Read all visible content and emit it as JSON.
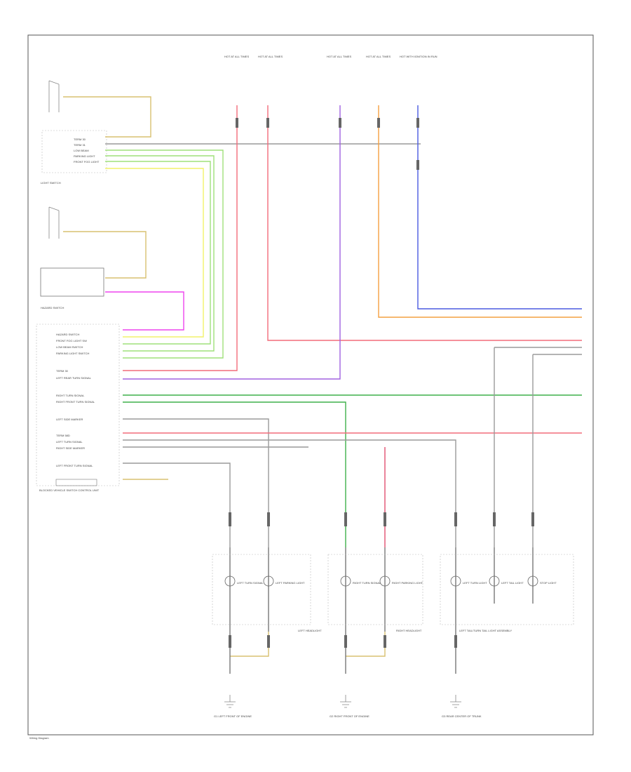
{
  "page_label": "Wiring Diagram",
  "colors": {
    "red": "#f26b7a",
    "pink": "#f7a6c8",
    "magenta": "#ee44ee",
    "green": "#3fb04a",
    "light_green": "#9fe07a",
    "yellow": "#f2f26a",
    "tan": "#d8c070",
    "orange": "#f4a040",
    "blue": "#4a5ae0",
    "purple": "#a060e0",
    "gray": "#9a9a9a",
    "black": "#333333"
  },
  "labels": {
    "left_switch": "LIGHT SWITCH",
    "hazard_switch": "HAZARD SWITCH",
    "module_group": "BLOCKED VEHICLE SWITCH CONTROL UNIT",
    "left_headlight": "LEFT HEADLIGHT",
    "right_headlight": "RIGHT HEADLIGHT",
    "tail_light_assembly": "LEFT TAIL/TURN TAIL LIGHT ASSEMBLY",
    "ground_left": "G1 LEFT FRONT OF ENGINE",
    "ground_mid": "G2 RIGHT FRONT OF ENGINE",
    "ground_right": "G3 REAR CENTER OF TRUNK",
    "fuse_1": "HOT AT ALL TIMES",
    "fuse_2": "HOT AT ALL TIMES",
    "fuse_3": "HOT AT ALL TIMES",
    "fuse_4": "HOT AT ALL TIMES",
    "fuse_5": "HOT WITH IGNITION IN RUN",
    "module_pins": [
      "HAZARD SWITCH",
      "FRONT FOG LIGHT SW",
      "LOW BEAM SWITCH",
      "PARKING LIGHT SWITCH",
      "TERM 30",
      "LEFT REAR TURN SIGNAL",
      "RIGHT TURN SIGNAL",
      "RIGHT FRONT TURN SIGNAL",
      "LEFT SIDE MARKER",
      "TERM 58D",
      "LEFT TURN SIGNAL",
      "RIGHT SIDE MARKER",
      "LEFT FRONT TURN SIGNAL"
    ],
    "switch_pins": [
      "TERM 30",
      "TERM 31",
      "LOW BEAM",
      "PARKING LIGHT",
      "FRONT FOG LIGHT"
    ],
    "bulb_labels": [
      "LEFT TURN SIGNAL",
      "LEFT PARKING LIGHT",
      "RIGHT TURN SIGNAL",
      "RIGHT PARKING LIGHT",
      "LEFT TURN LIGHT",
      "LEFT TAIL LIGHT",
      "STOP LIGHT"
    ]
  }
}
